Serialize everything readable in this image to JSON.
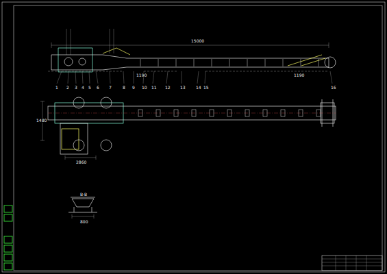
{
  "diagram": {
    "labels": [
      "1",
      "2",
      "3",
      "4",
      "5",
      "6",
      "7",
      "8",
      "9",
      "10",
      "11",
      "12",
      "13",
      "14",
      "15",
      "16",
      "15000",
      "1190",
      "1190",
      "2860",
      "1480",
      "800",
      "B-B"
    ]
  }
}
